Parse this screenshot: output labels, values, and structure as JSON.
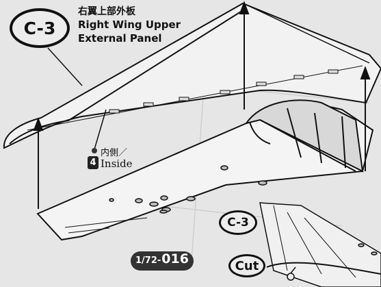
{
  "part_label": {
    "code": "C-3",
    "name_jp": "右翼上部外板",
    "name_en_line1": "Right Wing Upper",
    "name_en_line2": "External Panel"
  },
  "paint_callout": {
    "number": "4",
    "label_jp": "内側／",
    "label_en": "Inside"
  },
  "part_number": {
    "prefix": "1/72-",
    "number": "016"
  },
  "detail_inset": {
    "code": "C-3",
    "cut_label": "Cut"
  },
  "icons": [
    "wing-panel-drawing",
    "wing-skeleton-drawing",
    "assembly-arrow",
    "scissors-icon"
  ],
  "colors": {
    "ink": "#111111",
    "paper": "#e6e6e6",
    "badge_fill": "#333333"
  }
}
